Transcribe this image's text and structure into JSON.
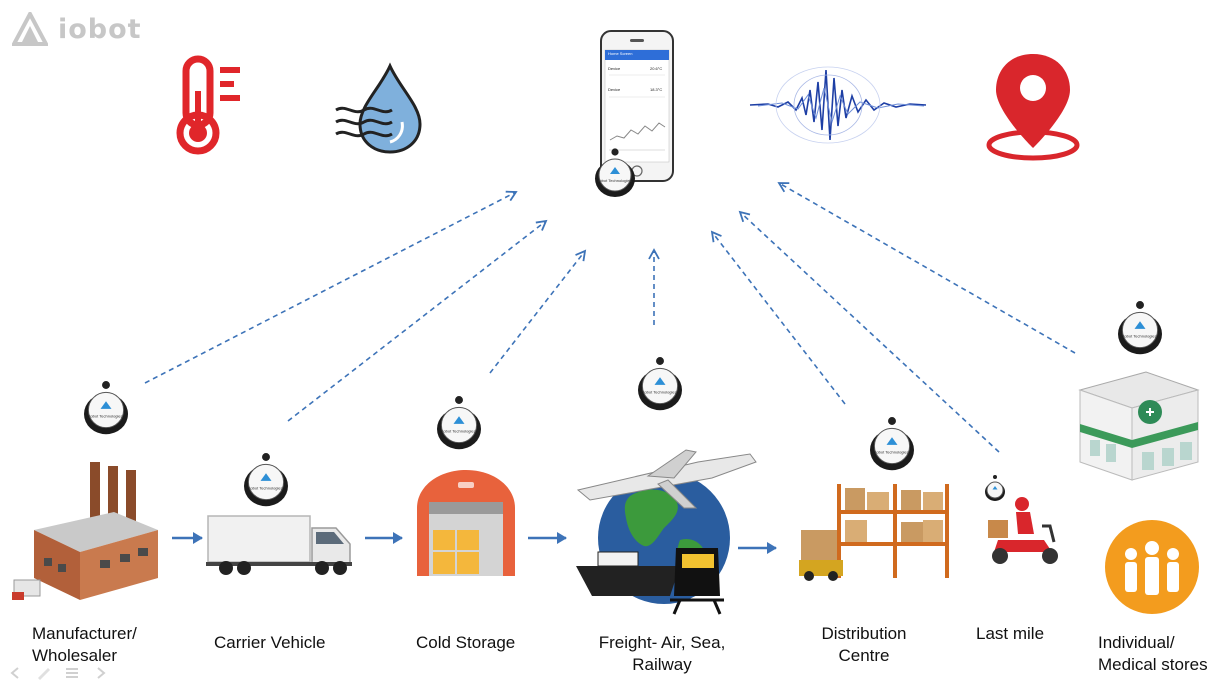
{
  "brand": {
    "name": "iobot"
  },
  "sensors": [
    {
      "name": "temperature"
    },
    {
      "name": "humidity"
    },
    {
      "name": "vibration"
    },
    {
      "name": "location"
    }
  ],
  "phone": {
    "screen_title": "Home Screen",
    "rows": [
      {
        "label": "Device",
        "value": "20.6°C"
      },
      {
        "label": "Device",
        "value": "18.3°C"
      }
    ]
  },
  "device": {
    "brand_text": "Iobot Technologies"
  },
  "stages": [
    {
      "label": "Manufacturer/\nWholesaler"
    },
    {
      "label": "Carrier Vehicle"
    },
    {
      "label": "Cold Storage"
    },
    {
      "label": "Freight- Air, Sea,\nRailway"
    },
    {
      "label": "Distribution\nCentre"
    },
    {
      "label": "Last mile"
    },
    {
      "label": "Individual/\nMedical stores"
    }
  ],
  "colors": {
    "arrow": "#3d73b8",
    "temperature_red": "#e0262a",
    "humidity_blue": "#5b9bd5",
    "vibration_blue": "#1e3fa5",
    "pin_red": "#d9262c",
    "brand_grey": "#c7c7c7"
  }
}
